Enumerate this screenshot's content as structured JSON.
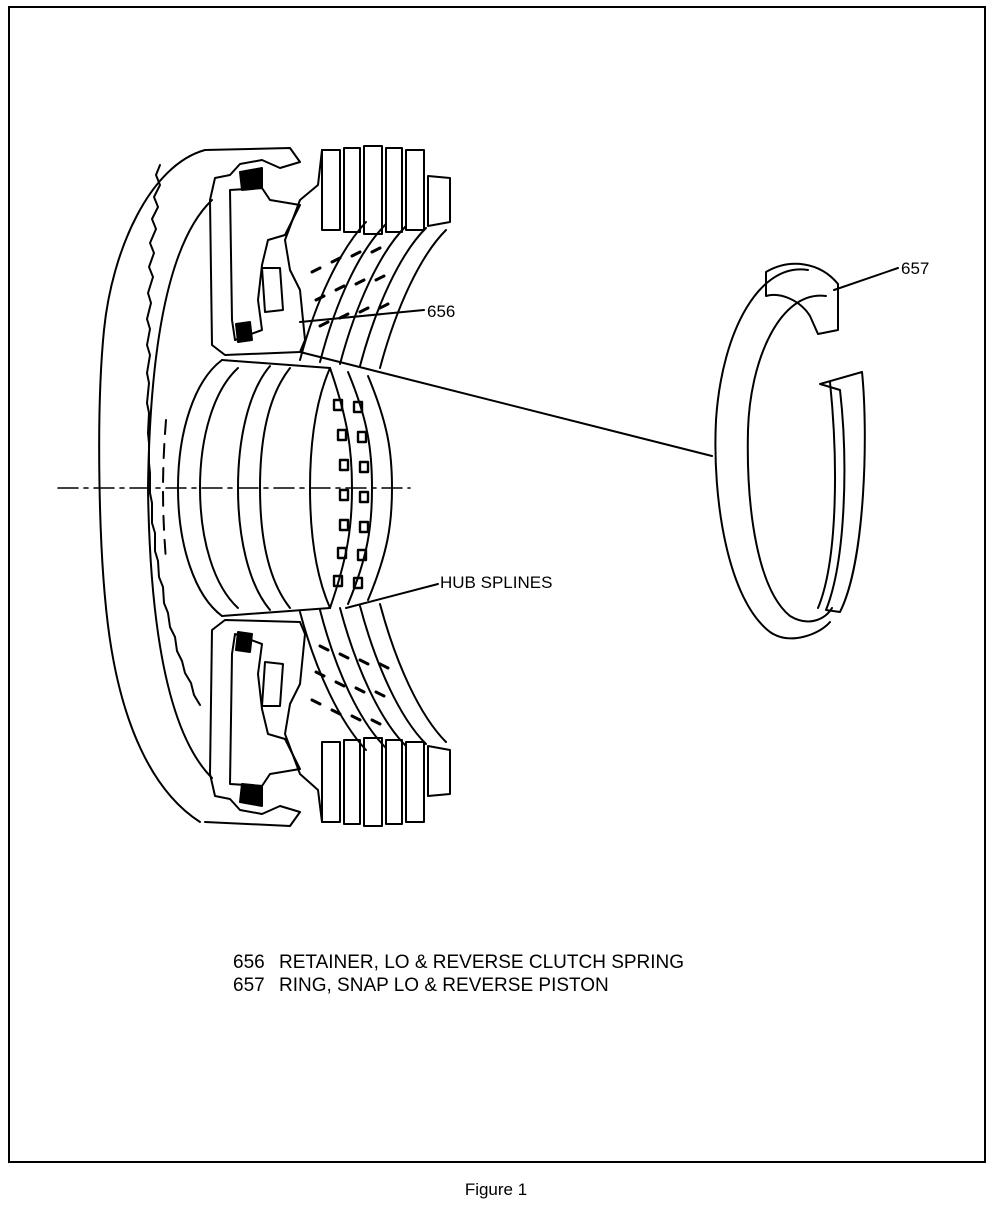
{
  "callouts": {
    "part_656": "656",
    "part_657": "657",
    "hub_splines": "HUB SPLINES"
  },
  "legend": [
    {
      "number": "656",
      "description": "RETAINER, LO & REVERSE CLUTCH SPRING"
    },
    {
      "number": "657",
      "description": "RING, SNAP LO & REVERSE PISTON"
    }
  ],
  "caption": "Figure 1"
}
